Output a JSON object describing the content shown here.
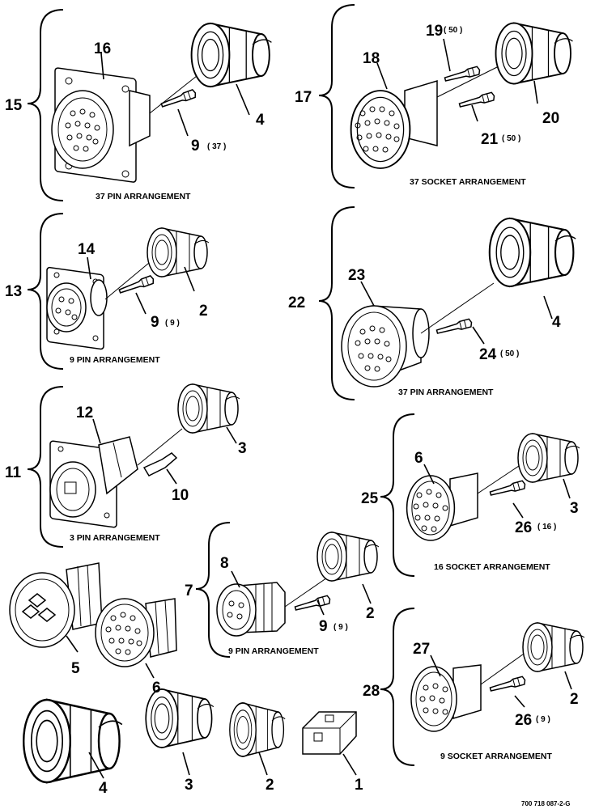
{
  "figure_id": "700 718 087-2-G",
  "captions": {
    "g15": "37 PIN ARRANGEMENT",
    "g17": "37 SOCKET ARRANGEMENT",
    "g13": "9 PIN ARRANGEMENT",
    "g22": "37 PIN ARRANGEMENT",
    "g11": "3 PIN ARRANGEMENT",
    "g25": "16 SOCKET ARRANGEMENT",
    "g7": "9 PIN ARRANGEMENT",
    "g28": "9 SOCKET ARRANGEMENT"
  },
  "labels": {
    "n15": "15",
    "n16": "16",
    "n4a": "4",
    "n9a": "9",
    "q9a": "( 37 )",
    "n17": "17",
    "n18": "18",
    "n19": "19",
    "q19": "( 50 )",
    "n20": "20",
    "n21": "21",
    "q21": "( 50 )",
    "n13": "13",
    "n14": "14",
    "n2a": "2",
    "n9b": "9",
    "q9b": "( 9 )",
    "n22": "22",
    "n23": "23",
    "n4b": "4",
    "n24": "24",
    "q24": "( 50 )",
    "n11": "11",
    "n12": "12",
    "n3a": "3",
    "n10": "10",
    "n25": "25",
    "n6a": "6",
    "n3b": "3",
    "n26a": "26",
    "q26a": "( 16 )",
    "n7": "7",
    "n8": "8",
    "n2b": "2",
    "n9c": "9",
    "q9c": "( 9 )",
    "n28": "28",
    "n27": "27",
    "n2c": "2",
    "n26b": "26",
    "q26b": "( 9 )",
    "n5": "5",
    "n6b": "6",
    "n4c": "4",
    "n3c": "3",
    "n2d": "2",
    "n1": "1"
  }
}
